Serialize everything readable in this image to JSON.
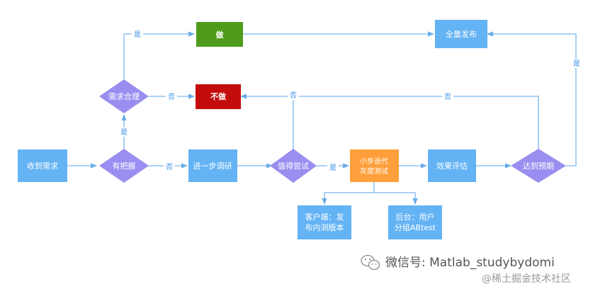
{
  "colors": {
    "process": "#64b3f4",
    "decision": "#9a8ef0",
    "orange": "#ff9f3b",
    "green": "#4f9c1c",
    "red": "#c40c0c",
    "edge": "#7ab8ef",
    "label": "#3a8ee6"
  },
  "nodes": {
    "receive": "收到需求",
    "grasp": "有把握",
    "research": "进一步调研",
    "worth": "值得尝试",
    "iterate_1": "小步迭代",
    "iterate_2": "灰度测试",
    "evaluate": "效果评估",
    "reach": "达到预期",
    "reasonable": "需求合理",
    "do": "做",
    "not_do": "不做",
    "release": "全量发布",
    "client_1": "客户端：发",
    "client_2": "布内测版本",
    "backend_1": "后台：用户",
    "backend_2": "分组ABtest"
  },
  "labels": {
    "yes": "是",
    "no": "否"
  },
  "watermark": {
    "wechat": "微信号: Matlab_studybydomi",
    "site": "@稀土掘金技术社区"
  }
}
